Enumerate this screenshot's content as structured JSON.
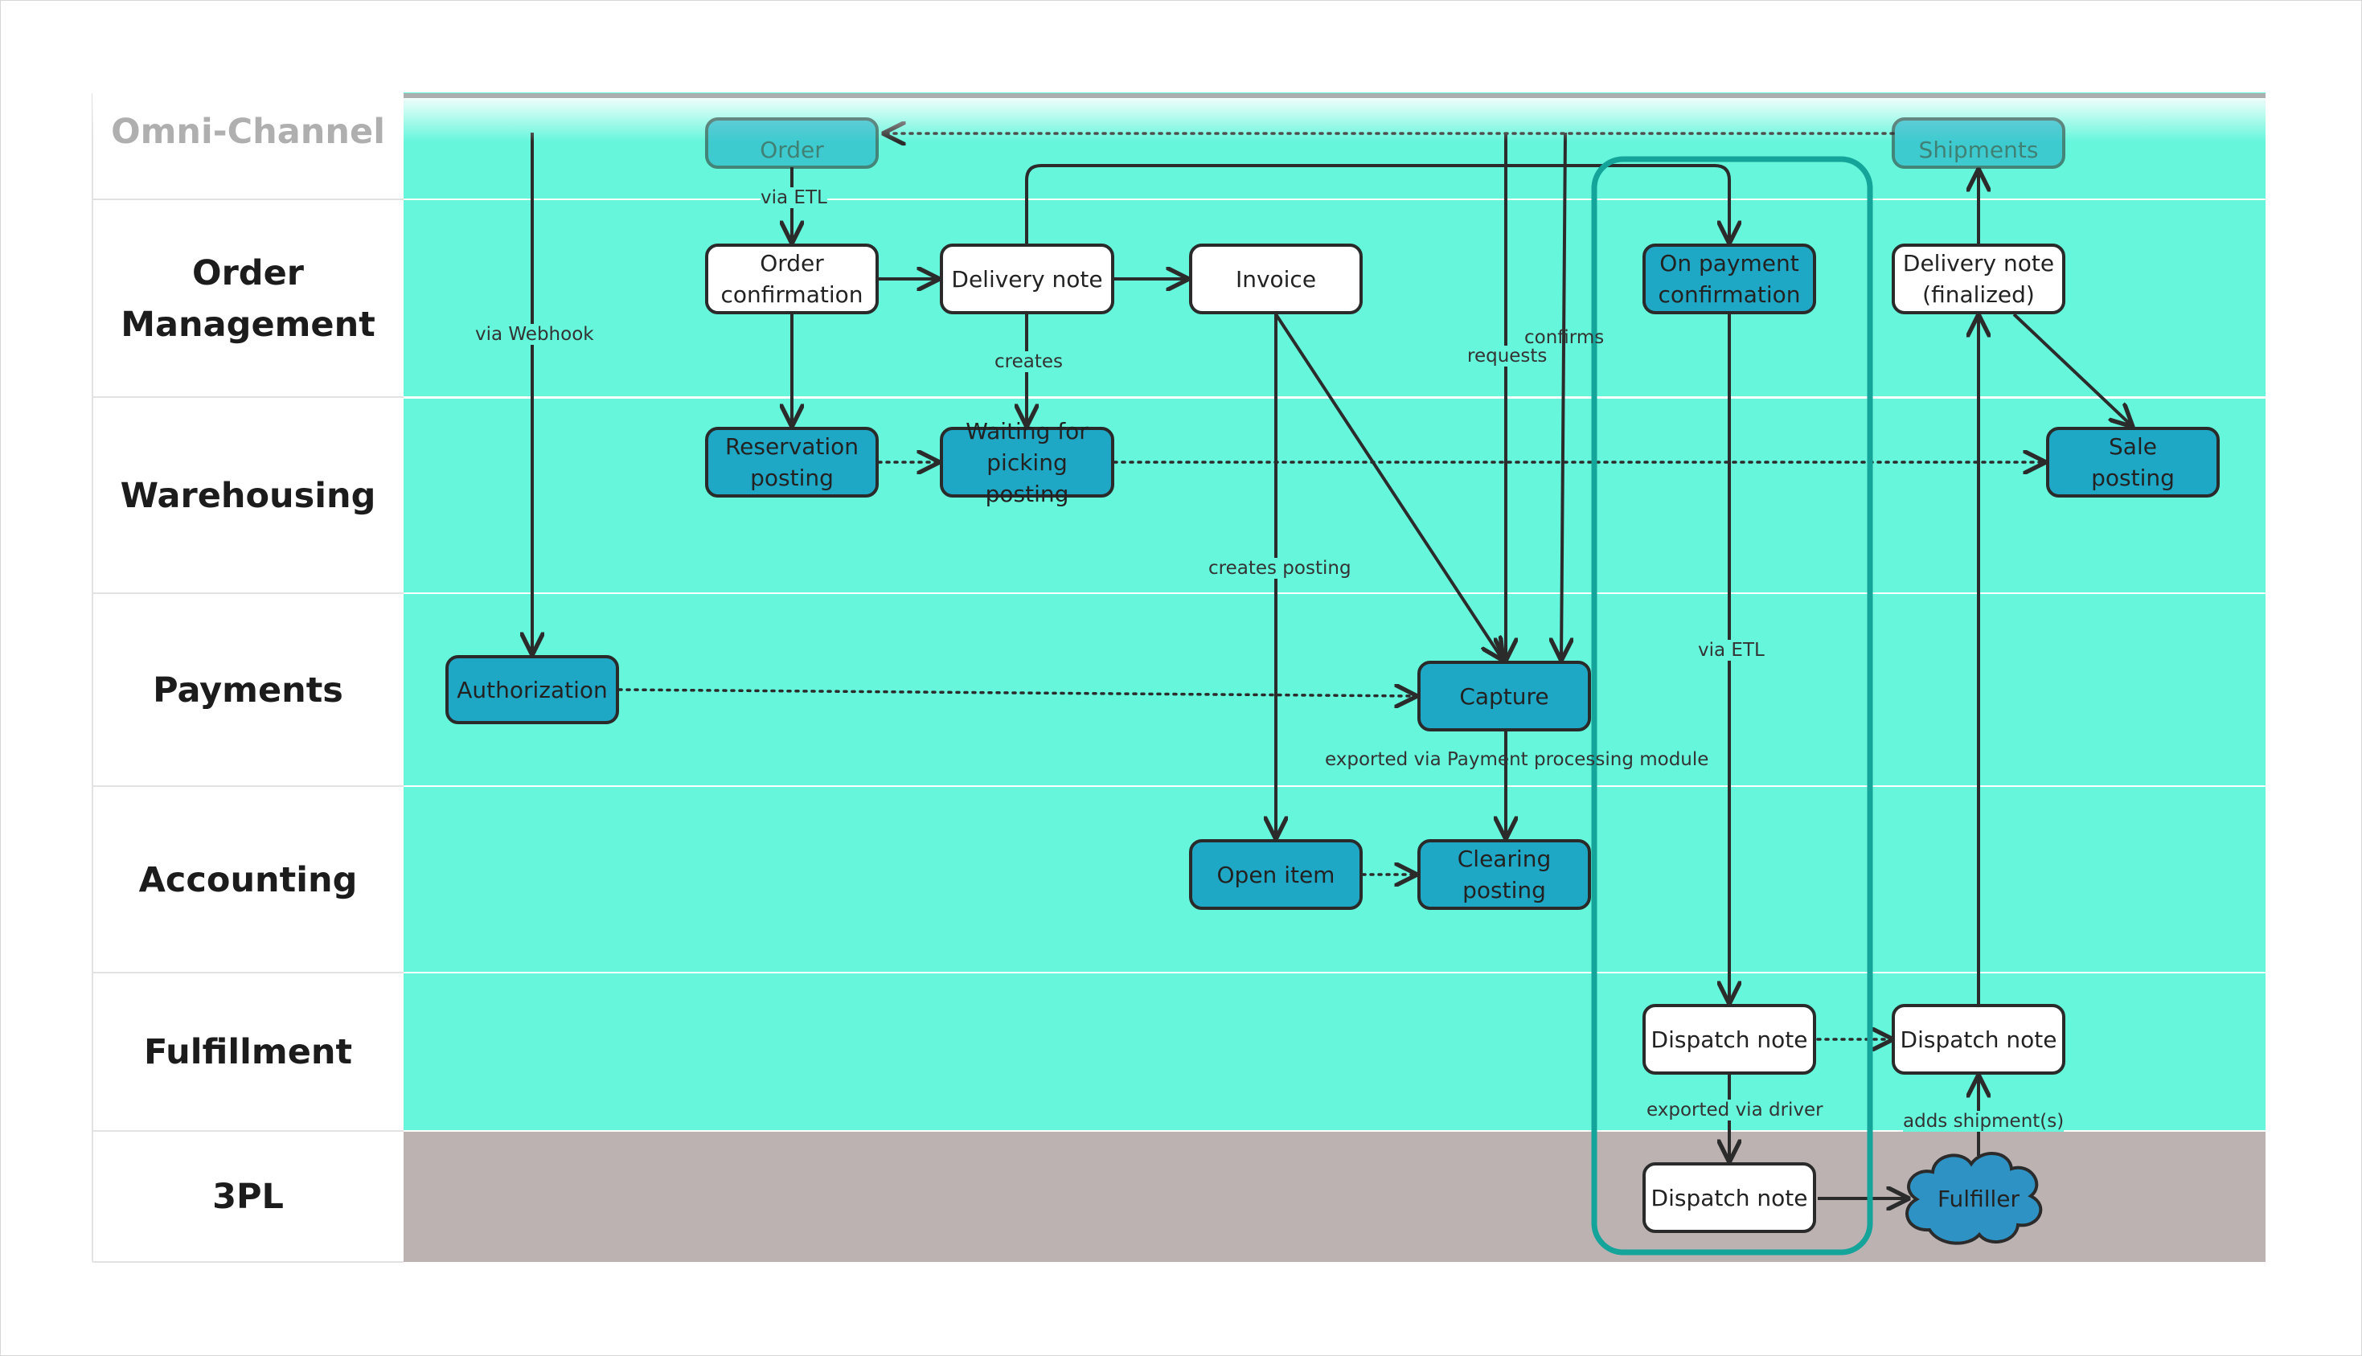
{
  "lanes": [
    {
      "label": "Omni-Channel"
    },
    {
      "label": "Order\nManagement"
    },
    {
      "label": "Warehousing"
    },
    {
      "label": "Payments"
    },
    {
      "label": "Accounting"
    },
    {
      "label": "Fulfillment"
    },
    {
      "label": "3PL"
    }
  ],
  "nodes": {
    "order": "Order",
    "shipments": "Shipments",
    "order_confirmation": "Order\nconfirmation",
    "delivery_note": "Delivery note",
    "invoice": "Invoice",
    "on_payment_confirmation": "On payment\nconfirmation",
    "delivery_note_finalized": "Delivery note\n(finalized)",
    "reservation_posting": "Reservation\nposting",
    "waiting_for_picking_posting": "Waiting for\npicking posting",
    "sale_posting": "Sale\nposting",
    "authorization": "Authorization",
    "capture": "Capture",
    "open_item": "Open item",
    "clearing_posting": "Clearing\nposting",
    "dispatch_note_fulfillment": "Dispatch note",
    "dispatch_note_fulfillment_2": "Dispatch note",
    "dispatch_note_3pl": "Dispatch note",
    "fulfiller": "Fulfiller"
  },
  "edge_labels": {
    "via_etl_top": "via ETL",
    "via_webhook": "via Webhook",
    "creates": "creates",
    "requests": "requests",
    "confirms": "confirms",
    "creates_posting": "creates posting",
    "via_etl_mid": "via ETL",
    "exported_payment": "exported via Payment processing module",
    "exported_driver": "exported via driver",
    "adds_shipments": "adds shipment(s)"
  },
  "colors": {
    "lane_fill": "#66f6dc",
    "lane_3pl_fill": "#bcb2b2",
    "node_blue": "#1fa8c6",
    "highlight_outline": "#15a49a",
    "edge": "#2b2b2b",
    "cloud_fill": "#2e93c4"
  }
}
